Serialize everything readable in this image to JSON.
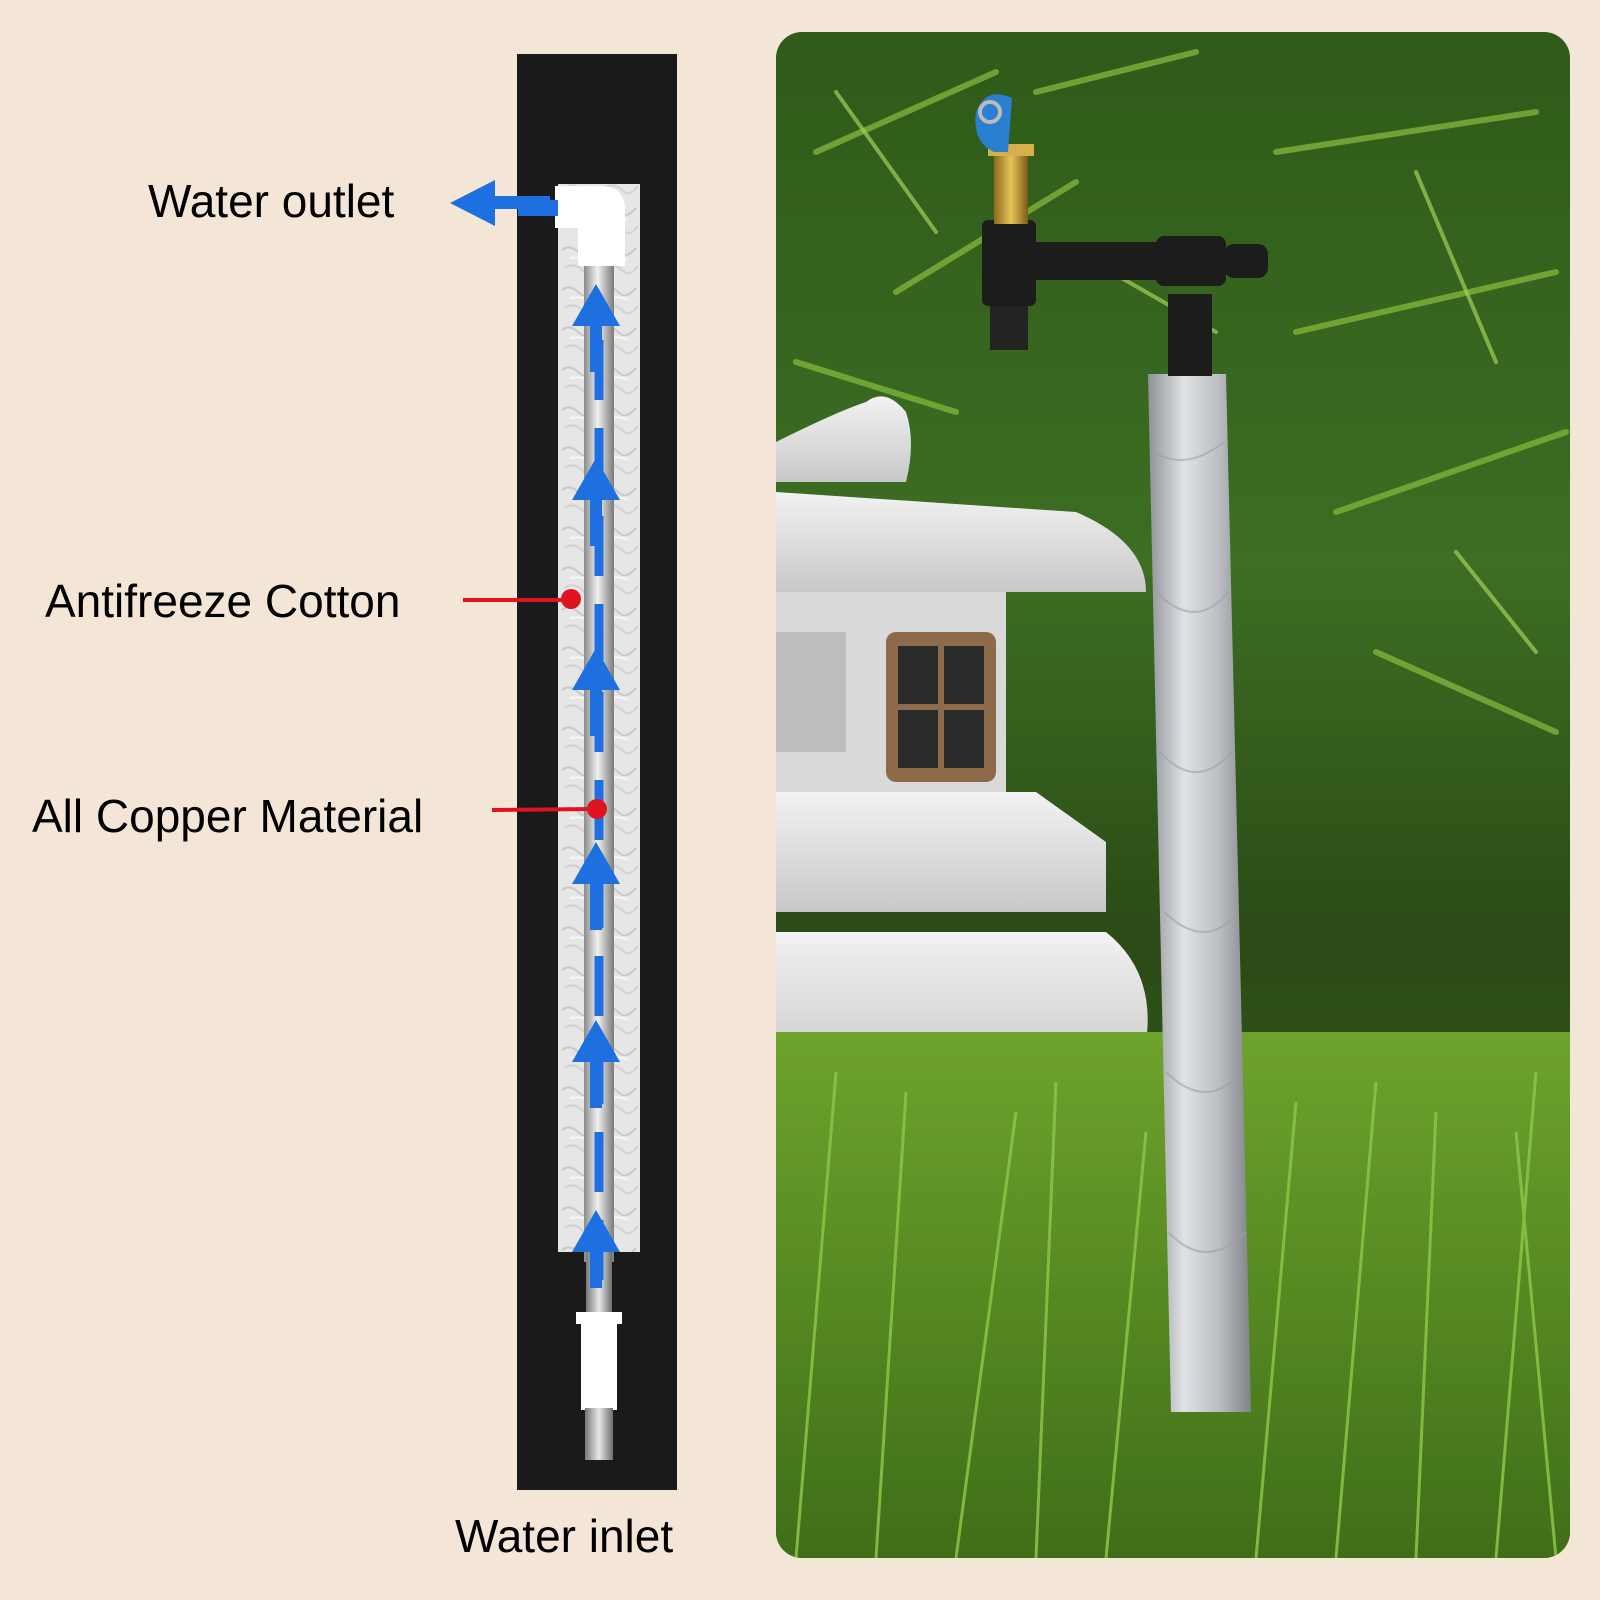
{
  "labels": {
    "water_outlet": "Water outlet",
    "antifreeze_cotton": "Antifreeze Cotton",
    "all_copper_material": "All Copper Material",
    "water_inlet": "Water inlet"
  },
  "colors": {
    "background": "#f3e6d7",
    "casing": "#1a1a1a",
    "insulation": "#e4e4e4",
    "flow_arrow": "#1e6fe0",
    "callout": "#e0141e"
  },
  "icons": {
    "flow_arrow": "up-arrow-icon",
    "outlet_arrow": "left-arrow-icon",
    "callout_dot": "red-dot-icon"
  },
  "photo": {
    "subject": "insulated outdoor garden faucet post with locking brass tap beside stone lantern"
  }
}
